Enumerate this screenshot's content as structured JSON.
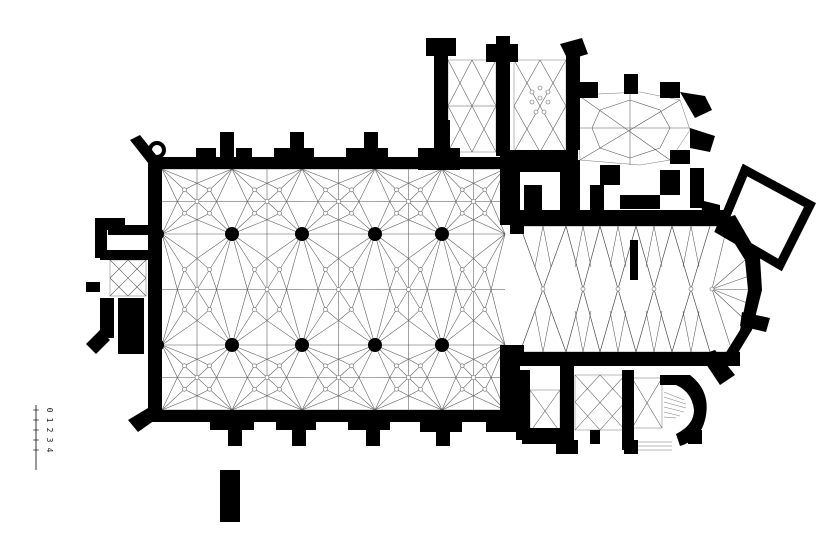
{
  "scale_bar": {
    "labels": [
      "0",
      "1",
      "2",
      "3",
      "4"
    ]
  },
  "colors": {
    "walls": "#000000",
    "vault_lines": "#555555",
    "background": "#ffffff"
  }
}
